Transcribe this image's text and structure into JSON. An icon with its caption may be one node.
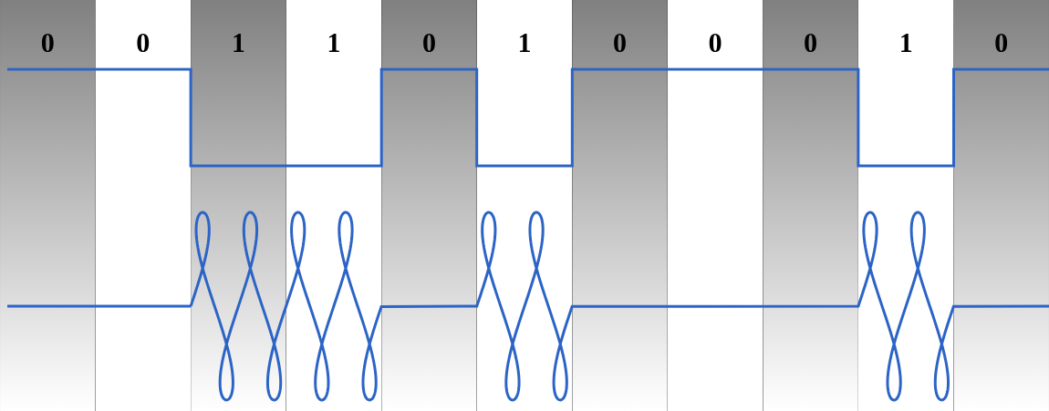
{
  "diagram": {
    "labels": [
      "0",
      "0",
      "1",
      "1",
      "0",
      "1",
      "0",
      "0",
      "0",
      "1",
      "0"
    ]
  }
}
